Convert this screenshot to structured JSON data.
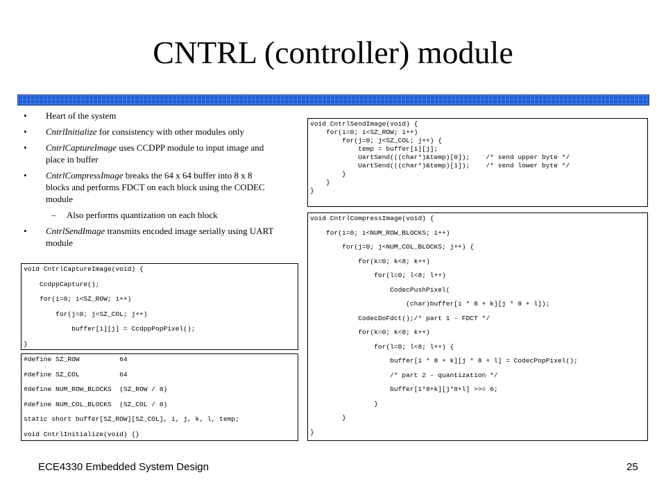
{
  "slide": {
    "title": "CNTRL (controller) module",
    "footer_left": "ECE4330 Embedded System Design",
    "page_number": "25",
    "accent_color": "#1f5fd6"
  },
  "bullets": [
    {
      "italic": "",
      "text": "Heart of the system"
    },
    {
      "italic": "CntrlInitialize",
      "text": "  for consistency with other modules only"
    },
    {
      "italic": "CntrlCaptureImage",
      "text": " uses CCDPP module to input image and place in buffer"
    },
    {
      "italic": "CntrlCompressImage",
      "text": " breaks the 64 x 64 buffer into 8 x 8 blocks and performs FDCT on each block using the CODEC module"
    },
    {
      "sub": true,
      "italic": "",
      "text": "Also performs quantization on each block"
    },
    {
      "italic": "CntrlSendImage",
      "text": " transmits encoded image serially using UART module"
    }
  ],
  "code_capture": [
    "void CntrlCaptureImage(void) {",
    "    CcdppCapture();",
    "    for(i=0; i<SZ_ROW; i++)",
    "        for(j=0; j<SZ_COL; j++)",
    "            buffer[i][j] = CcdppPopPixel();",
    "}"
  ],
  "code_defines": [
    "#define SZ_ROW          64",
    "#define SZ_COL          64",
    "#define NUM_ROW_BLOCKS  (SZ_ROW / 8)",
    "#define NUM_COL_BLOCKS  (SZ_COL / 8)",
    "static short buffer[SZ_ROW][SZ_COL], i, j, k, l, temp;",
    "void CntrlInitialize(void) {}"
  ],
  "code_send": [
    "void CntrlSendImage(void) {",
    "    for(i=0; i<SZ_ROW; i++)",
    "        for(j=0; j<SZ_COL; j++) {",
    "            temp = buffer[i][j];",
    "            UartSend(((char*)&temp)[0]);    /* send upper byte */",
    "            UartSend(((char*)&temp)[1]);    /* send lower byte */",
    "        }",
    "    }",
    "}"
  ],
  "code_compress": [
    "void CntrlCompressImage(void) {",
    "    for(i=0; i<NUM_ROW_BLOCKS; i++)",
    "        for(j=0; j<NUM_COL_BLOCKS; j++) {",
    "            for(k=0; k<8; k++)",
    "                for(l=0; l<8; l++)",
    "                    CodecPushPixel(",
    "                        (char)buffer[i * 8 + k][j * 8 + l]);",
    "            CodecDoFdct();/* part 1 - FDCT */",
    "            for(k=0; k<8; k++)",
    "                for(l=0; l<8; l++) {",
    "                    buffer[i * 8 + k][j * 8 + l] = CodecPopPixel();",
    "                    /* part 2 - quantization */",
    "                    buffer[i*8+k][j*8+l] >>= 6;",
    "                }",
    "        }",
    "}"
  ]
}
